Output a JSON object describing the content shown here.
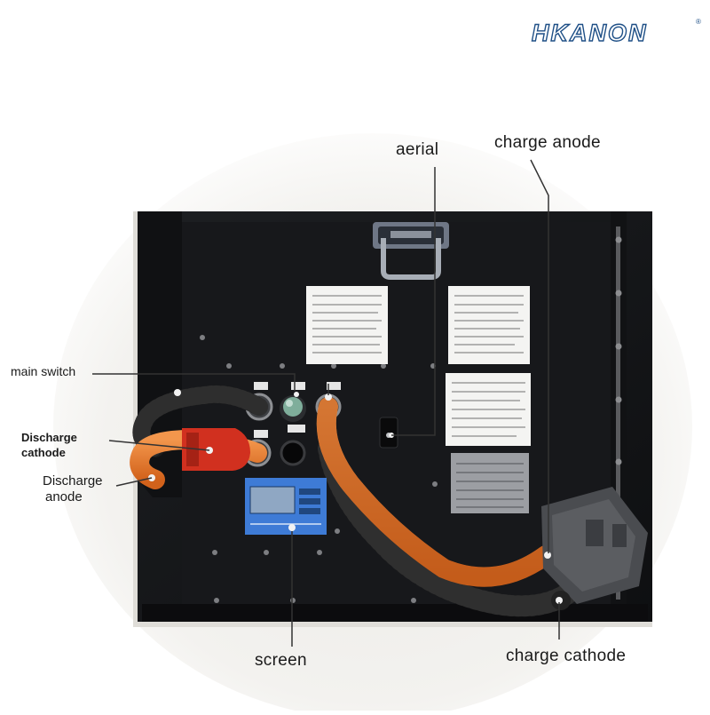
{
  "brand": {
    "logo_text": "HKANON",
    "logo_mark": "®"
  },
  "labels": {
    "aerial": "aerial",
    "charge_anode": "charge anode",
    "main_switch": "main switch",
    "discharge_cathode_line1": "Discharge",
    "discharge_cathode_line2": "cathode",
    "discharge_anode_line1": "Discharge",
    "discharge_anode_line2": "anode",
    "screen": "screen",
    "charge_cathode": "charge cathode"
  },
  "colors": {
    "panel": "#141517",
    "cable_orange": "#e8772a",
    "cable_black": "#1c1c1c",
    "terminal_red": "#d1301f",
    "screen_blue": "#3e7bd6",
    "logo_blue": "#1e4f86",
    "leader_line": "#333333"
  }
}
